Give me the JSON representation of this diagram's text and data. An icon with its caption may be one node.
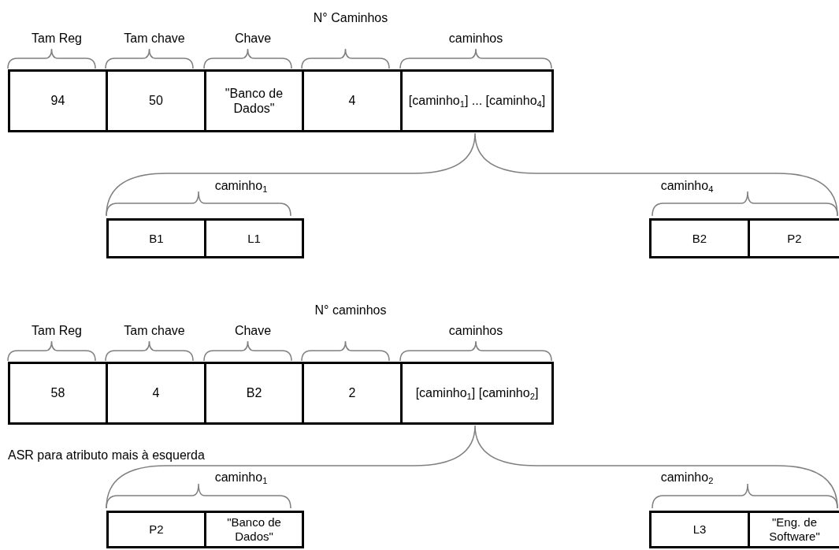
{
  "diagram": {
    "nodes": [
      {
        "text": [
          "94"
        ]
      },
      {
        "text": [
          "50"
        ]
      },
      {
        "text": [
          "\"Banco de Dados\""
        ]
      },
      {
        "text": [
          "4"
        ]
      },
      {
        "text": [
          "[caminho$_{1}$] ... [caminho$_{4}$]"
        ]
      },
      {
        "text": [
          "B1"
        ]
      },
      {
        "text": [
          "L1"
        ]
      },
      {
        "text": [
          "B2"
        ]
      },
      {
        "text": [
          "P2"
        ]
      },
      {
        "text": [
          "58"
        ]
      },
      {
        "text": [
          "4"
        ]
      },
      {
        "text": [
          "B2"
        ]
      },
      {
        "text": [
          "2"
        ]
      },
      {
        "text": [
          "[caminho$_{1}$] [caminho$_{2}$]"
        ]
      },
      {
        "text": [
          "P2"
        ]
      },
      {
        "text": [
          "\"Banco de Dados\""
        ]
      },
      {
        "text": [
          "L3"
        ]
      },
      {
        "text": [
          "\"Eng. de Software\""
        ]
      }
    ],
    "labels": [
      "Tam Reg",
      "Tam chave",
      "Chave",
      "N° Caminhos",
      "caminhos",
      "caminho$_{1}$",
      "caminho$_{4}$",
      "Tam Reg",
      "Tam chave",
      "Chave",
      "N° caminhos",
      "caminhos",
      "ASR para atributo mais à esquerda",
      "caminho$_{1}$",
      "caminho$_{2}$"
    ]
  }
}
